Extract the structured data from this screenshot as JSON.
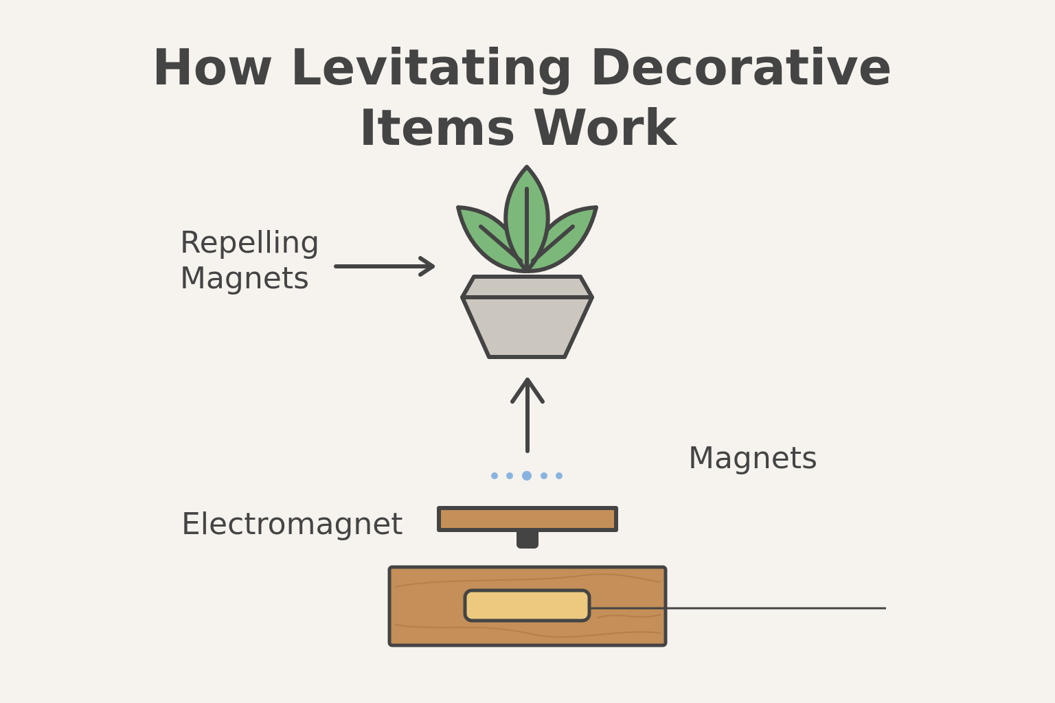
{
  "title": {
    "line1": "How Levitating Decorative",
    "line2": "Items Work"
  },
  "labels": {
    "repelling_line1": "Repelling",
    "repelling_line2": "Magnets",
    "magnets": "Magnets",
    "electromagnet": "Electromagnet"
  },
  "colors": {
    "background": "#f6f3ee",
    "ink": "#444444",
    "leaf": "#7cb87a",
    "pot": "#cbc7bf",
    "wood": "#c48f58",
    "coil": "#ecc97f",
    "field_dots": "#8ab4e0"
  }
}
